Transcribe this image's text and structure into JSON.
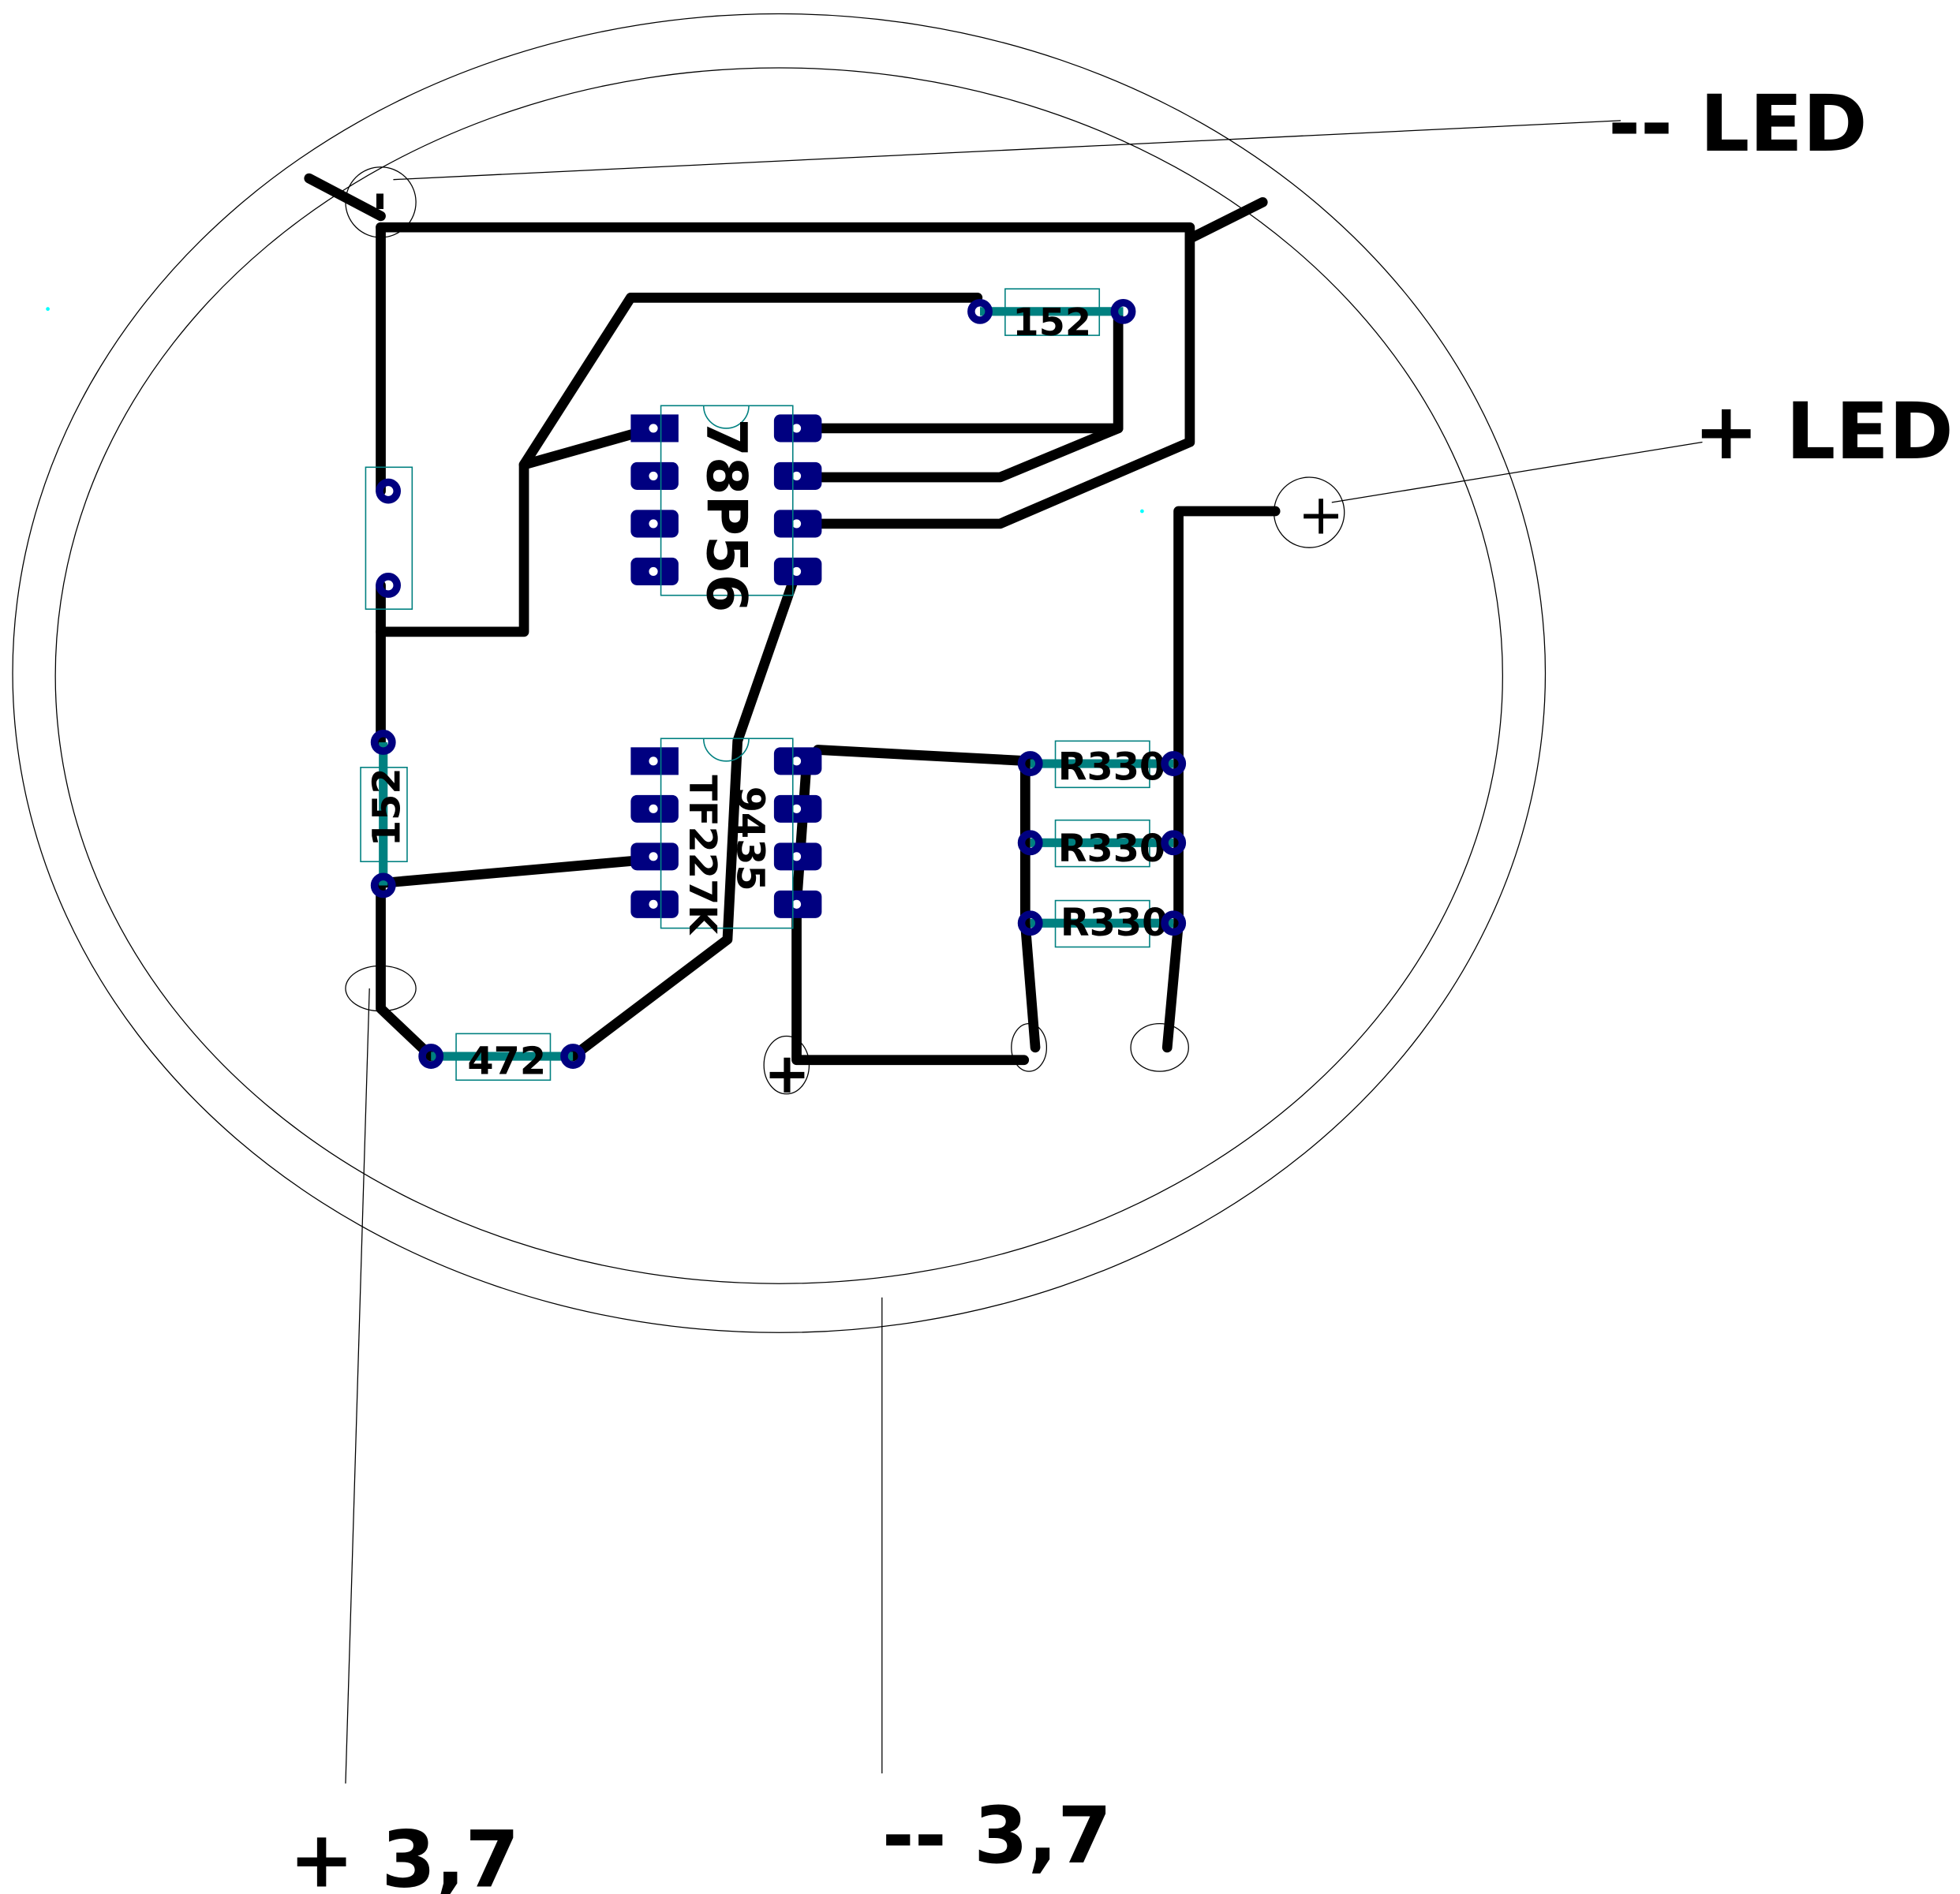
{
  "labels": {
    "led_minus": "-- LED",
    "led_plus": "+ LED",
    "batt_plus": "+ 3,7",
    "batt_minus": "-- 3,7",
    "minus_mark": "-",
    "plus_mark_led": "+",
    "plus_mark_batt": "+"
  },
  "components": {
    "ic1": "78P56",
    "ic2_line1": "9435",
    "ic2_line2": "TF227K",
    "r_top": "152",
    "r_left": "152",
    "r_bottom": "472",
    "r1": "R330",
    "r2": "R330",
    "r3": "R330"
  },
  "colors": {
    "trace": "#000000",
    "pad": "#000080",
    "outline": "#008080"
  }
}
